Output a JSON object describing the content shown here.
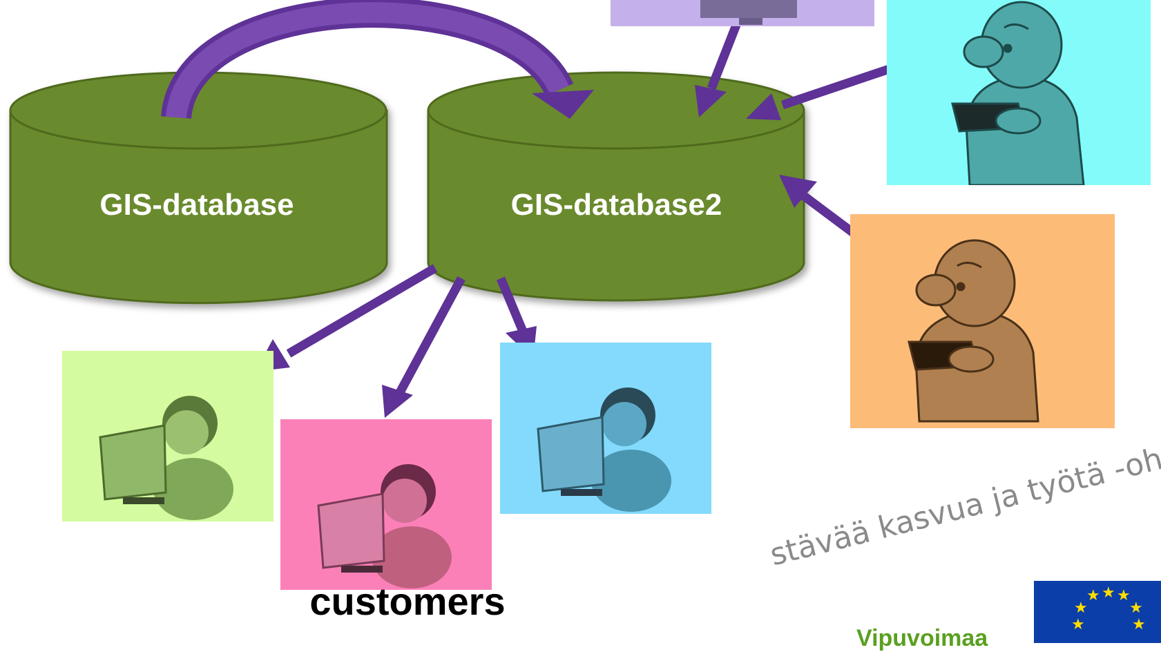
{
  "databases": [
    {
      "label": "GIS-database",
      "color": "#6a8a2f"
    },
    {
      "label": "GIS-database2",
      "color": "#6a8a2f"
    }
  ],
  "customers_label": "customers",
  "footer": {
    "slogan": "stävää kasvua ja työtä -ohjelma",
    "region": "Vipuvoimaa"
  },
  "arrow_color": "#5e3296",
  "tiles": [
    {
      "name": "purple-user-tile",
      "bg": "#c4b0ea",
      "icon": "user-at-computer-icon"
    },
    {
      "name": "cyan-reader-tile",
      "bg": "#83fbfb",
      "icon": "man-reading-icon"
    },
    {
      "name": "orange-reader-tile",
      "bg": "#fcbc78",
      "icon": "man-reading-icon"
    },
    {
      "name": "green-customer-tile",
      "bg": "#d4fb9f",
      "icon": "user-at-computer-icon"
    },
    {
      "name": "pink-customer-tile",
      "bg": "#fc80b8",
      "icon": "user-at-computer-icon"
    },
    {
      "name": "blue-customer-tile",
      "bg": "#83dafc",
      "icon": "user-at-computer-icon"
    }
  ]
}
